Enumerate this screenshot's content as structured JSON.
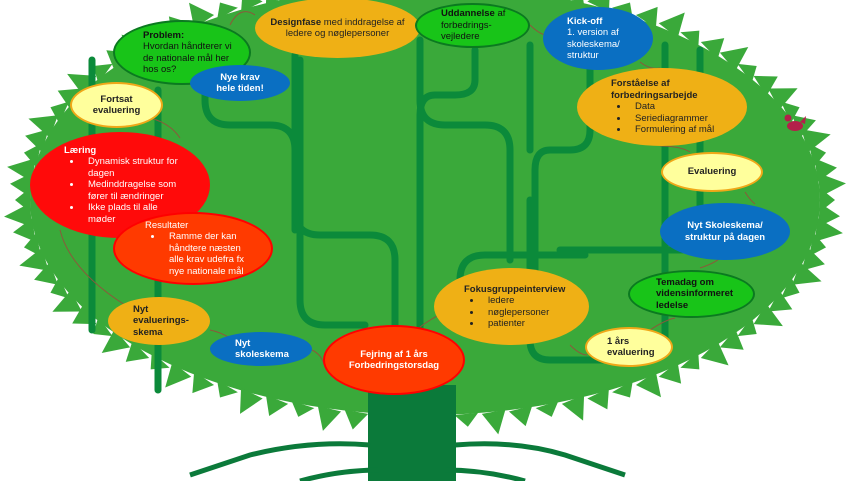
{
  "colors": {
    "leaf": "#3aa93a",
    "branch": "#0b8a3a",
    "trunk": "#0b7a3a",
    "orange": "#efb015",
    "green": "#18c418",
    "blue": "#0a6fc2",
    "yellow": "#ffff9c",
    "red": "#ff0a0a",
    "bird": "#b3204a"
  },
  "nodes": {
    "designfase": {
      "title": "Designfase",
      "rest": " med inddragelse af ledere og nøglepersoner"
    },
    "problem": {
      "title": "Problem:",
      "text": "Hvordan håndterer vi de nationale mål her hos os?"
    },
    "nye_krav": {
      "text": "Nye krav hele tiden!"
    },
    "fortsat": {
      "text": "Fortsat evaluering"
    },
    "laering": {
      "title": "Læring",
      "items": [
        "Dynamisk struktur for dagen",
        "Medinddragelse som fører til ændringer",
        "Ikke plads til alle møder"
      ]
    },
    "resultater": {
      "title": "Resultater",
      "items": [
        "Ramme der kan håndtere næsten alle krav udefra fx nye nationale mål"
      ]
    },
    "nyt_eval": {
      "text": "Nyt evaluerings-skema"
    },
    "nyt_skoleskema": {
      "text": "Nyt skoleskema"
    },
    "fejring": {
      "text": "Fejring af 1 års Forbedringstorsdag"
    },
    "uddannelse": {
      "title": "Uddannelse",
      "rest": " af forbedrings-vejledere"
    },
    "kickoff": {
      "title": "Kick-off",
      "text": "1. version af skoleskema/ struktur"
    },
    "forstaaelse": {
      "title": "Forståelse af forbedringsarbejde",
      "items": [
        "Data",
        "Seriediagrammer",
        "Formulering af mål"
      ]
    },
    "evaluering": {
      "text": "Evaluering"
    },
    "nyt_skoleskema2": {
      "text": "Nyt Skoleskema/ struktur på dagen"
    },
    "temadag": {
      "text": "Temadag om vidensinformeret ledelse"
    },
    "fokus": {
      "title": "Fokusgruppeinterview",
      "items": [
        "ledere",
        "nøglepersoner",
        "patienter"
      ]
    },
    "aars_eval": {
      "text": "1 års evaluering"
    }
  }
}
